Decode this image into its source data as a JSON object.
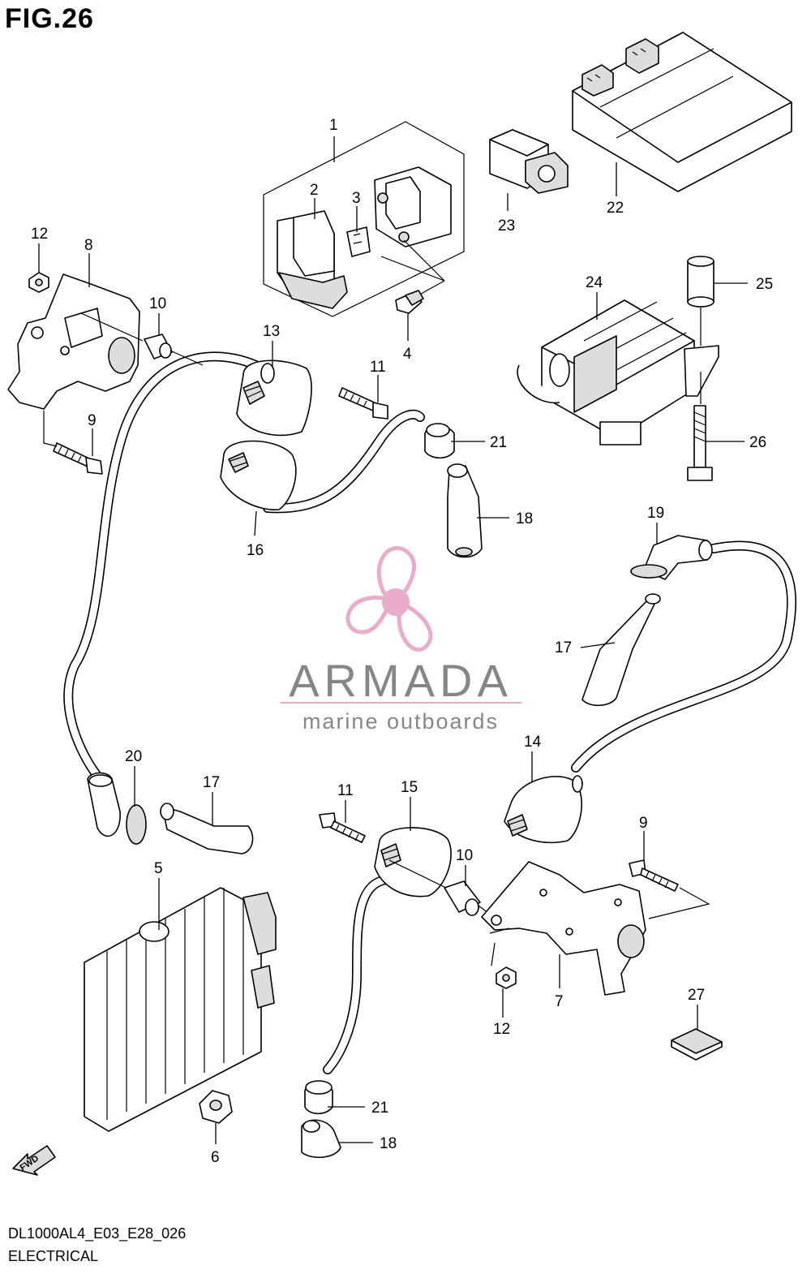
{
  "figure": {
    "title": "FIG.26",
    "code": "DL1000AL4_E03_E28_026",
    "caption": "ELECTRICAL"
  },
  "watermark": {
    "brand": "ARMADA",
    "tagline": "marine outboards",
    "logo_color": "#e8a9c8",
    "text_color": "#868686"
  },
  "fwd_arrow": {
    "label": "FWD"
  },
  "callouts": {
    "c1": "1",
    "c2": "2",
    "c3": "3",
    "c4": "4",
    "c5": "5",
    "c6": "6",
    "c7": "7",
    "c8": "8",
    "c9a": "9",
    "c9b": "9",
    "c10a": "10",
    "c10b": "10",
    "c11a": "11",
    "c11b": "11",
    "c12a": "12",
    "c12b": "12",
    "c13": "13",
    "c14": "14",
    "c15": "15",
    "c16": "16",
    "c17a": "17",
    "c17b": "17",
    "c18a": "18",
    "c18b": "18",
    "c19": "19",
    "c20": "20",
    "c21a": "21",
    "c21b": "21",
    "c22": "22",
    "c23": "23",
    "c24": "24",
    "c25": "25",
    "c26": "26",
    "c27": "27"
  }
}
